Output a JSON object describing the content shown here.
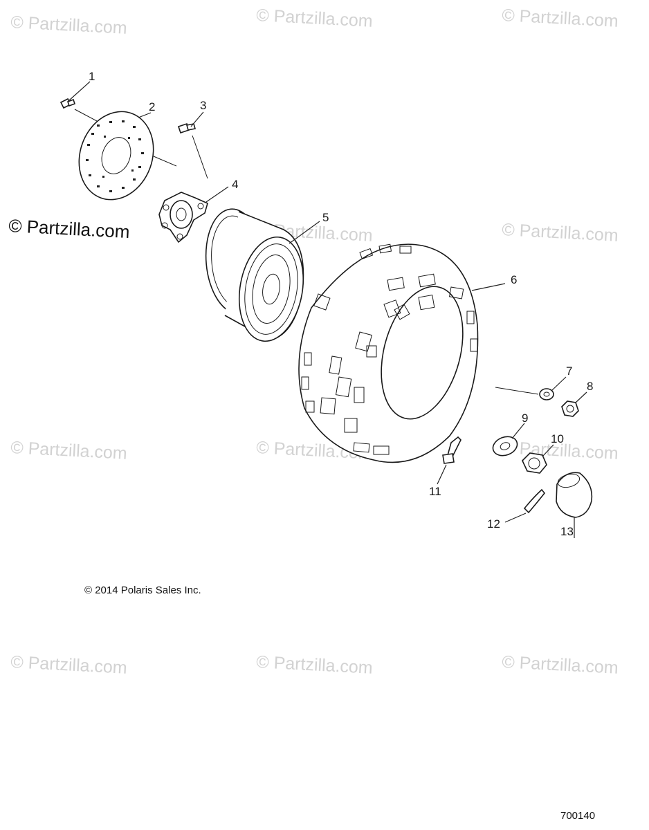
{
  "watermark": {
    "text": "© Partzilla.com"
  },
  "brand_mark": {
    "text": "© Partzilla.com"
  },
  "callouts": [
    "1",
    "2",
    "3",
    "4",
    "5",
    "6",
    "7",
    "8",
    "9",
    "10",
    "11",
    "12",
    "13"
  ],
  "copyright": "© 2014 Polaris Sales Inc.",
  "diagram_code": "700140"
}
